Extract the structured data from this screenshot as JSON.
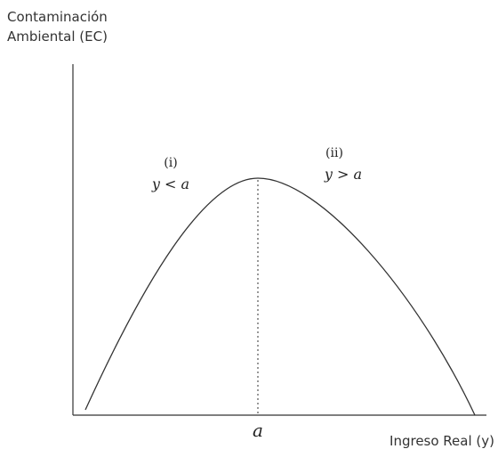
{
  "axes": {
    "y_label_line1": "Contaminación",
    "y_label_line2": "Ambiental (EC)",
    "x_label": "Ingreso Real (y)",
    "x_marker": "a"
  },
  "regions": [
    {
      "label": "(i)",
      "condition": "y < a"
    },
    {
      "label": "(ii)",
      "condition": "y > a"
    }
  ],
  "curve": {
    "shape": "inverted-U",
    "peak_at": "a",
    "peak_guide": "dotted"
  },
  "colors": {
    "line": "#333333",
    "guide": "#555555",
    "background": "#ffffff"
  }
}
